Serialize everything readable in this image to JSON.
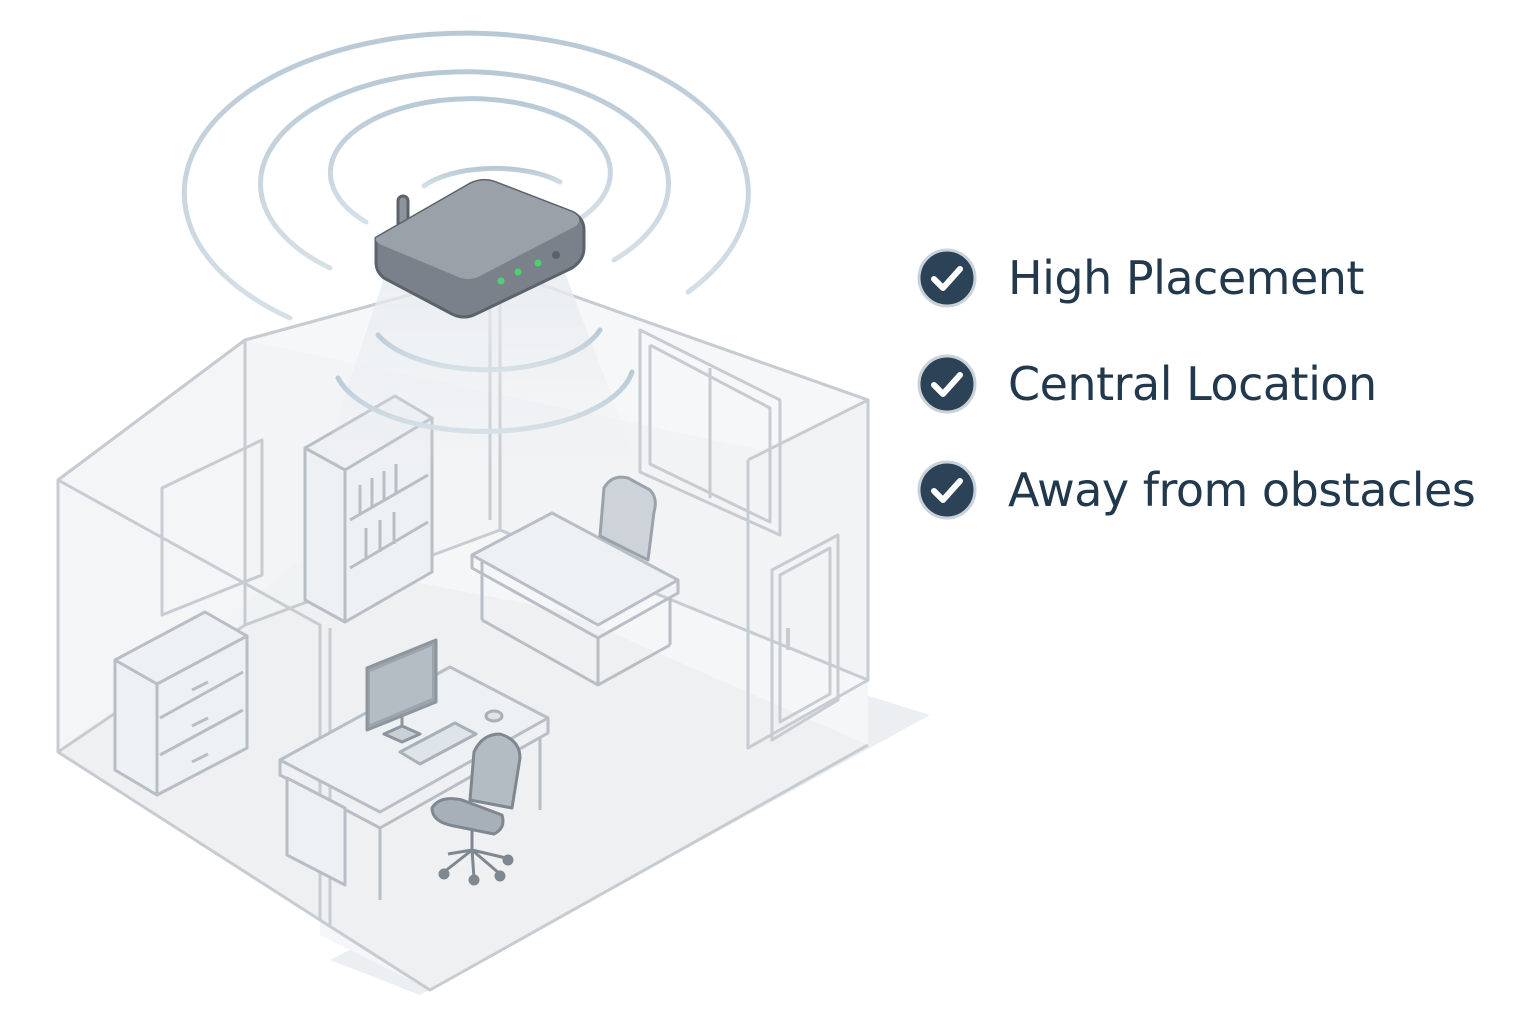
{
  "checklist": {
    "items": [
      {
        "label": "High Placement",
        "icon": "check-circle-icon"
      },
      {
        "label": "Central Location",
        "icon": "check-circle-icon"
      },
      {
        "label": "Away from obstacles",
        "icon": "check-circle-icon"
      }
    ]
  },
  "colors": {
    "text": "#22384d",
    "check_fill": "#2c4256",
    "signal_waves": "#bcccd8",
    "router_body": "#757c86",
    "router_leds": "#4cd26e",
    "room_lines": "#c6ccd2",
    "floor": "#eef0f1"
  }
}
